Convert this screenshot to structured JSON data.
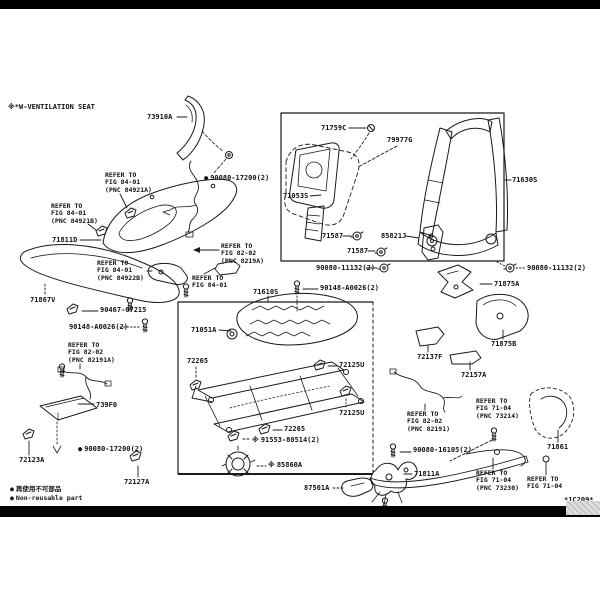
{
  "diagram": {
    "note_top": "※*W-VENTILATION SEAT",
    "figure_code": "*1C209*",
    "marks": {
      "nonreusable_bullet": "●",
      "ventilation_mark": "※"
    },
    "legend": {
      "line1_jp": "再使用不可部品",
      "line2_en": "Non-reusable part"
    },
    "colors": {
      "line": "#1a1a1a",
      "background": "#ffffff",
      "bar": "#000000"
    },
    "part_numbers": {
      "p73910A": "73910A",
      "p90080_17200": "90080-17200(2)",
      "p71811D": "71811D",
      "p71867V": "71867V",
      "p90467_07215": "90467-07215",
      "p90148_A0026": "90148-A0026(2)",
      "p71610S": "71610S",
      "p71051A": "71051A",
      "p71630S": "71630S",
      "p71759C": "71759C",
      "p79977G": "79977G",
      "p71053S": "71053S",
      "p71587": "71587",
      "p85821J": "85821J",
      "p90080_11132": "90080-11132(2)",
      "p71875A": "71875A",
      "p71875B": "71875B",
      "p72137F": "72137F",
      "p72157A": "72157A",
      "p72265": "72265",
      "p72125U": "72125U",
      "p91553_80514": "91553-80514(2)",
      "p85860A": "85860A",
      "p87501A": "87501A",
      "p71811A": "71811A",
      "p90080_16105": "90080-16105(2)",
      "p71861": "71861",
      "p739F0": "739F0",
      "p72123A": "72123A",
      "p72127A": "72127A"
    },
    "refer_notes": {
      "fig84_01_pnc84921A": [
        "REFER TO",
        "FIG 84-01",
        "(PNC 84921A)"
      ],
      "fig84_01_pnc84921B": [
        "REFER TO",
        "FIG 84-01",
        "(PNC 84921B)"
      ],
      "fig84_01_pnc84922B": [
        "REFER TO",
        "FIG 84-01",
        "(PNC 84922B)"
      ],
      "fig84_01_short": [
        "REFER TO",
        "FIG 84-01"
      ],
      "fig82_02_pnc8219A": [
        "REFER TO",
        "FIG 82-02",
        "(PNC 8219A)"
      ],
      "fig82_02_pnc82191A": [
        "REFER TO",
        "FIG 82-02",
        "(PNC 82191A)"
      ],
      "fig82_02_pnc82191": [
        "REFER TO",
        "FIG 82-02",
        "(PNC 82191)"
      ],
      "fig71_04_pnc73214": [
        "REFER TO",
        "FIG 71-04",
        "(PNC 73214)"
      ],
      "fig71_04_pnc73230": [
        "REFER TO",
        "FIG 71-04",
        "(PNC 73230)"
      ],
      "fig71_04_short": [
        "REFER TO",
        "FIG 71-04"
      ]
    }
  }
}
